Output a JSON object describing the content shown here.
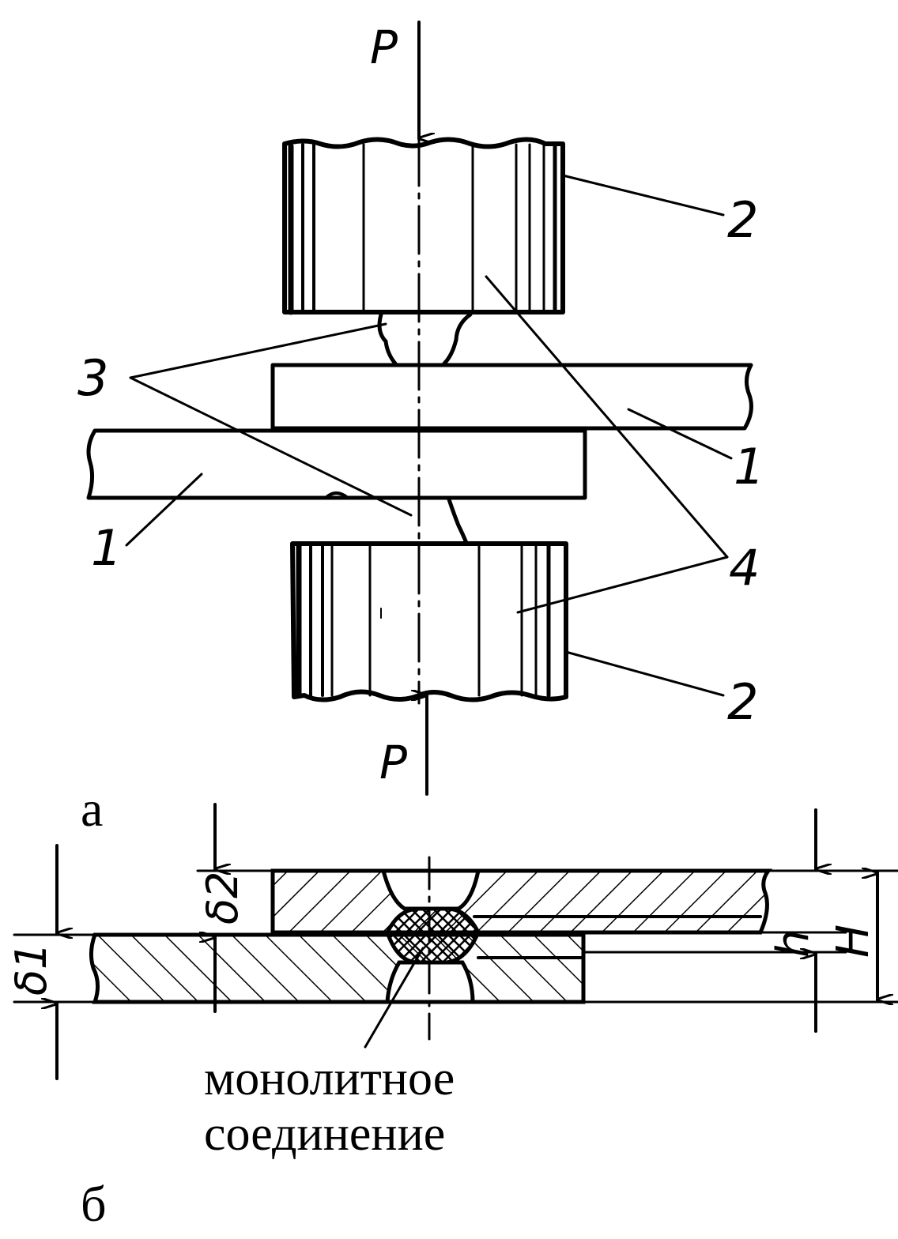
{
  "figure_a": {
    "force_top": "P",
    "force_bottom": "P",
    "label_sheet_top": "1",
    "label_sheet_bottom": "1",
    "label_roller_top": "2",
    "label_roller_bottom": "2",
    "label_contact": "3",
    "label_axis": "4",
    "caption": "а"
  },
  "figure_b": {
    "delta_1": "δ1",
    "delta_2": "δ2",
    "h": "h",
    "H": "H",
    "joint_label_line1": "монолитное",
    "joint_label_line2": "соединение",
    "caption": "б"
  },
  "colors": {
    "ink": "#000000",
    "paper": "#ffffff"
  }
}
